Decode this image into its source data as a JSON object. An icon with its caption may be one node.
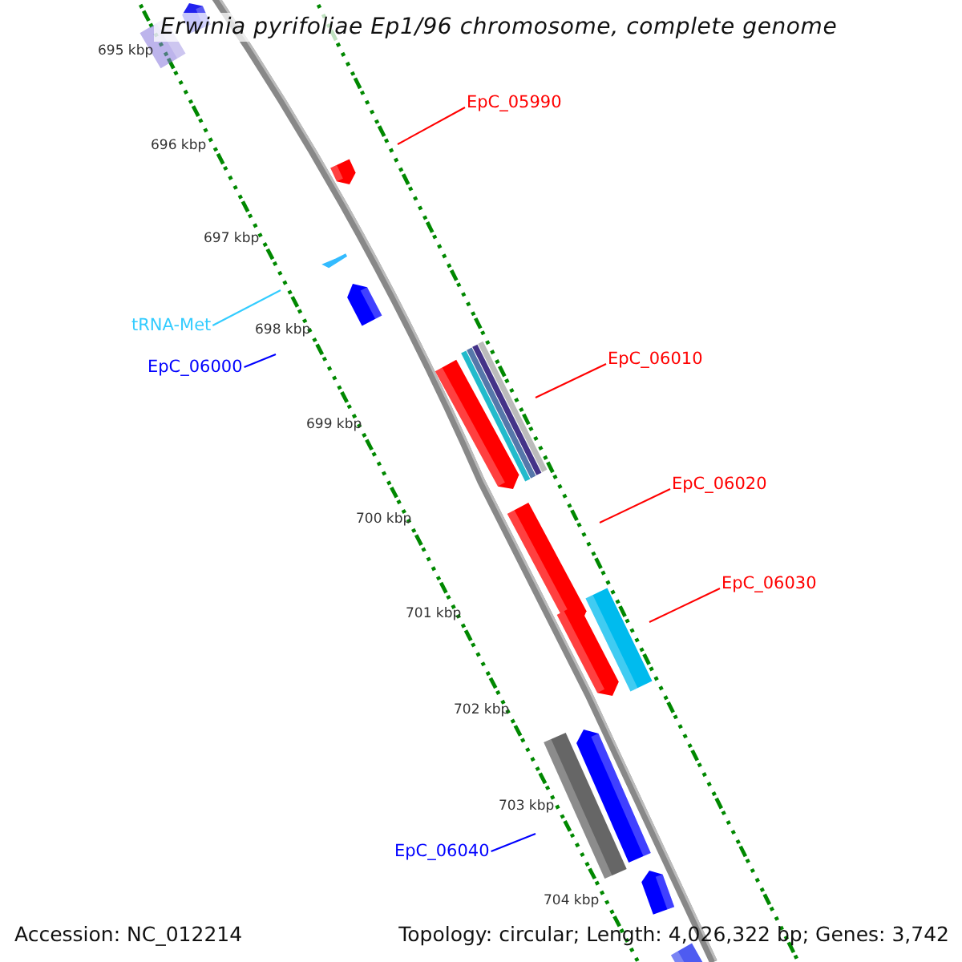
{
  "diagram": {
    "title": "Erwinia pyrifoliae Ep1/96 chromosome, complete genome",
    "nodes": [
      {
        "text": [
          "EpC_05990"
        ]
      },
      {
        "text": [
          "tRNA-Met"
        ]
      },
      {
        "text": [
          "EpC_06000"
        ]
      },
      {
        "text": [
          "EpC_06010"
        ]
      },
      {
        "text": [
          "EpC_06020"
        ]
      },
      {
        "text": [
          "EpC_06030"
        ]
      },
      {
        "text": [
          "EpC_06040"
        ]
      }
    ],
    "edges": [
      {
        "from": 0,
        "to": null,
        "arrow": "none"
      },
      {
        "from": 1,
        "to": null,
        "arrow": "none",
        "color": "#33ccff"
      },
      {
        "from": 2,
        "to": null,
        "arrow": "none",
        "color": "#0000ff"
      },
      {
        "from": 3,
        "to": null,
        "arrow": "none"
      },
      {
        "from": 4,
        "to": null,
        "arrow": "none"
      },
      {
        "from": 5,
        "to": null,
        "arrow": "none"
      },
      {
        "from": 6,
        "to": null,
        "arrow": "none",
        "color": "#0000ff"
      }
    ],
    "labels": [
      "695 kbp",
      "696 kbp",
      "697 kbp",
      "698 kbp",
      "699 kbp",
      "700 kbp",
      "701 kbp",
      "702 kbp",
      "703 kbp",
      "704 kbp",
      "Accession: NC_012214",
      "Topology: circular; Length: 4,026,322 bp; Genes: 3,742"
    ]
  }
}
